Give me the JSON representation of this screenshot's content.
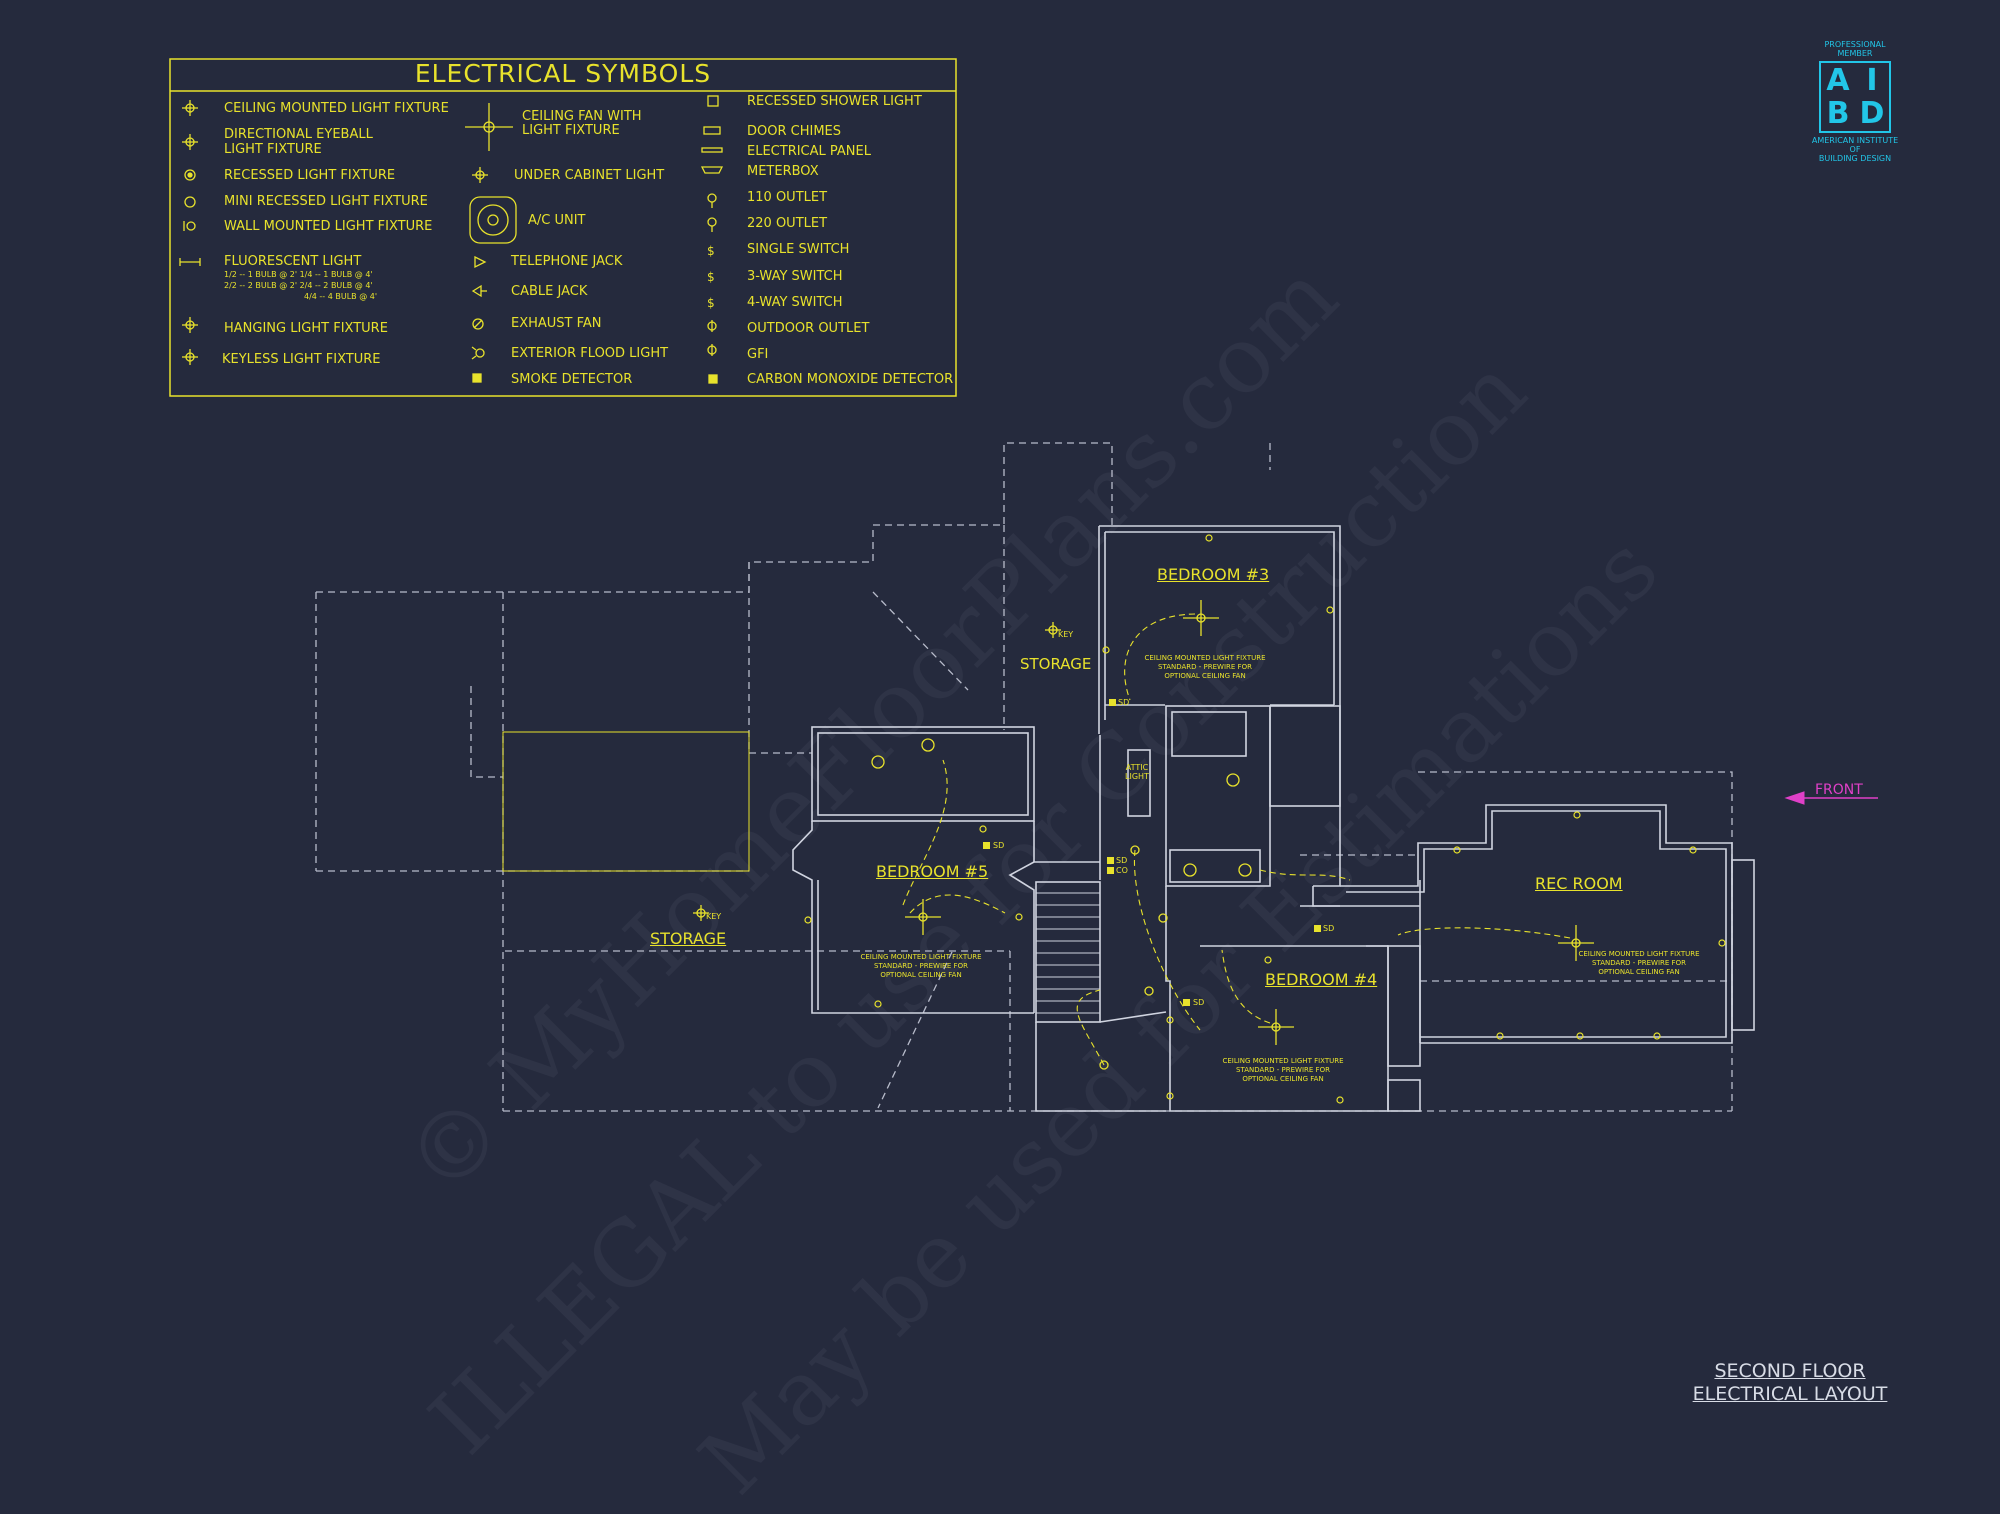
{
  "legend": {
    "title": "ELECTRICAL SYMBOLS",
    "col1": [
      "CEILING MOUNTED LIGHT FIXTURE",
      "DIRECTIONAL EYEBALL",
      "LIGHT FIXTURE",
      "RECESSED LIGHT FIXTURE",
      "MINI RECESSED LIGHT FIXTURE",
      "WALL MOUNTED LIGHT FIXTURE",
      "FLUORESCENT LIGHT",
      "HANGING LIGHT FIXTURE",
      "KEYLESS LIGHT FIXTURE"
    ],
    "fluorescent_notes": [
      "1/2 -- 1 BULB @ 2'   1/4 -- 1 BULB @ 4'",
      "2/2 -- 2 BULB @ 2'   2/4 -- 2 BULB @ 4'",
      "4/4 -- 4 BULB @ 4'"
    ],
    "col2": [
      "CEILING FAN WITH",
      "LIGHT FIXTURE",
      "UNDER CABINET LIGHT",
      "A/C UNIT",
      "TELEPHONE JACK",
      "CABLE JACK",
      "EXHAUST FAN",
      "EXTERIOR FLOOD LIGHT",
      "SMOKE DETECTOR"
    ],
    "col3": [
      "RECESSED SHOWER LIGHT",
      "DOOR CHIMES",
      "ELECTRICAL PANEL",
      "METERBOX",
      "110 OUTLET",
      "220 OUTLET",
      "SINGLE SWITCH",
      "3-WAY SWITCH",
      "4-WAY SWITCH",
      "OUTDOOR OUTLET",
      "GFI",
      "CARBON MONOXIDE DETECTOR"
    ]
  },
  "rooms": {
    "bedroom3": "BEDROOM #3",
    "bedroom5": "BEDROOM #5",
    "bedroom4": "BEDROOM #4",
    "rec_room": "REC ROOM",
    "storage_upper": "STORAGE",
    "storage_lower": "STORAGE"
  },
  "fixture_note": [
    "CEILING MOUNTED LIGHT FIXTURE",
    "STANDARD - PREWIRE FOR",
    "OPTIONAL CEILING FAN"
  ],
  "labels": {
    "key": "KEY",
    "sd": "SD",
    "co": "CO",
    "attic": "ATTIC LIGHT",
    "front": "FRONT"
  },
  "title_block": {
    "line1": "SECOND FLOOR",
    "line2": "ELECTRICAL LAYOUT"
  },
  "badge": {
    "top1": "PROFESSIONAL",
    "top2": "MEMBER",
    "letters": [
      "A",
      "I",
      "B",
      "D"
    ],
    "org1": "AMERICAN INSTITUTE",
    "org2": "OF",
    "org3": "BUILDING DESIGN"
  },
  "watermark": {
    "line1": "© MyHomeFloorPlans.com",
    "line2": "ILLEGAL to use for Construction",
    "line3": "May be used for Estimations"
  },
  "colors": {
    "background": "#252a3d",
    "linework": "#d0d4e0",
    "annotation": "#e8e22c",
    "accent_front": "#e040c8",
    "badge": "#22c6e8"
  }
}
